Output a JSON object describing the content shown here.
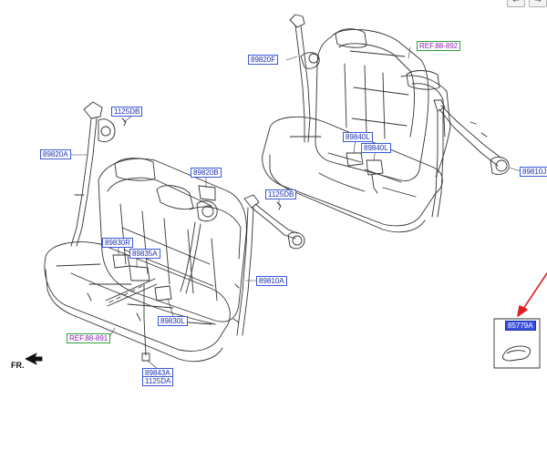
{
  "nav": {
    "prev_glyph": "←",
    "next_glyph": "→"
  },
  "orientation_label": "FR.",
  "callouts": {
    "c_89820F": "89820F",
    "c_ref892": "REF.88-892",
    "c_1125DB_a": "1125DB",
    "c_89820A": "89820A",
    "c_89820B": "89820B",
    "c_89840L": "89840L",
    "c_89840L_b": "89840L",
    "c_89810J": "89810J",
    "c_1125DB_b": "1125DB",
    "c_89830R": "89830R",
    "c_89835A": "89835A",
    "c_89810A": "89810A",
    "c_89830L": "89830L",
    "c_ref891": "REF.88-891",
    "c_89843A": "89843A",
    "c_1125DA": "1125DA",
    "c_85779A": "85779A"
  },
  "highlight_color": "#3a4fe0",
  "arrow_color": "#e02020"
}
